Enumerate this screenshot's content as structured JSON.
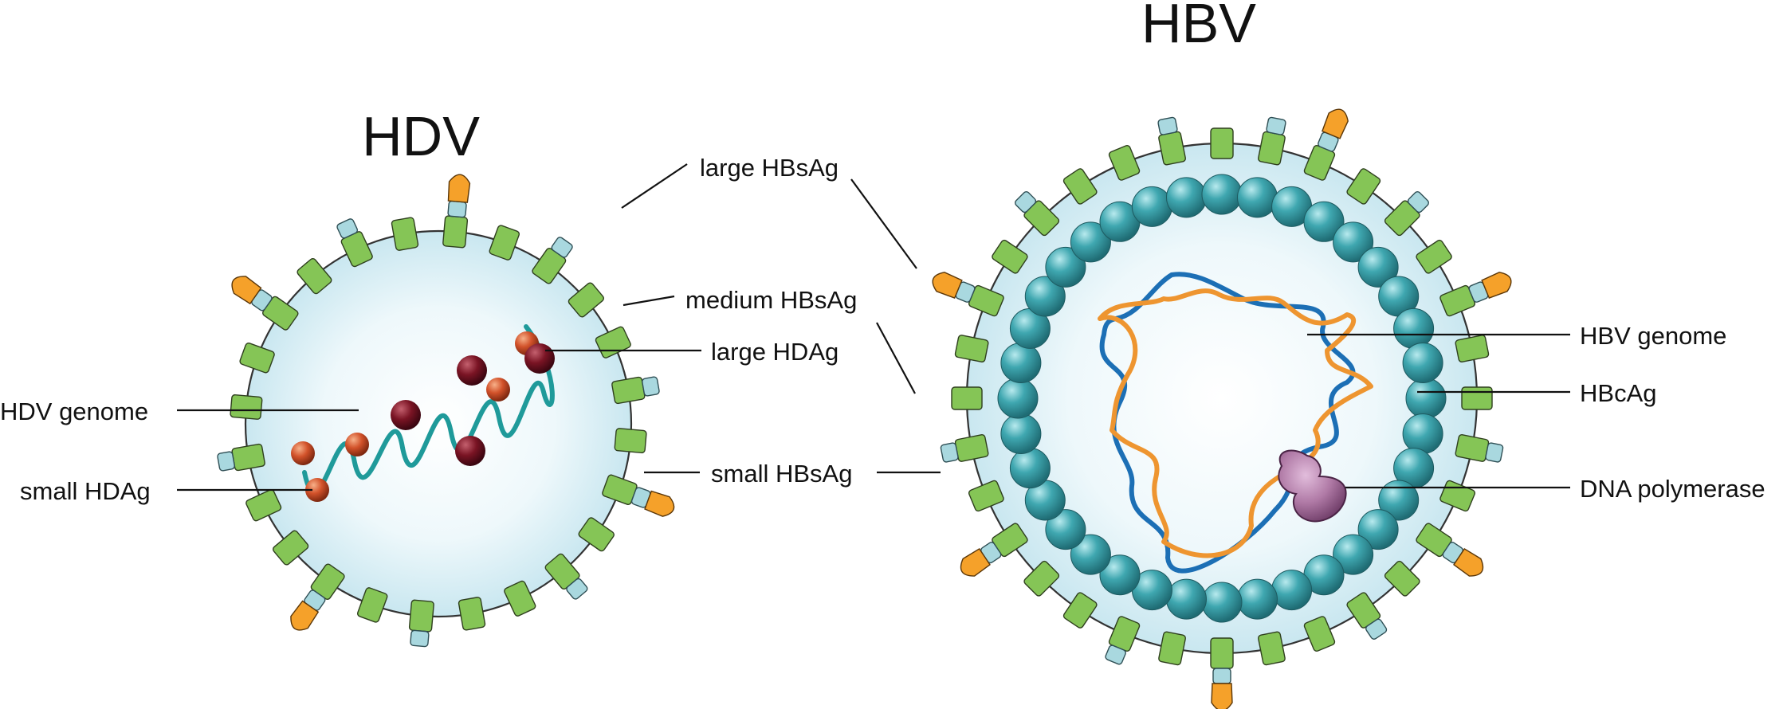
{
  "titles": {
    "hdv": "HDV",
    "hbv": "HBV"
  },
  "labels": {
    "large_hbsag": "large HBsAg",
    "medium_hbsag": "medium HBsAg",
    "large_hdag": "large HDAg",
    "hdv_genome": "HDV genome",
    "small_hdag": "small HDAg",
    "small_hbsag": "small HBsAg",
    "hbv_genome": "HBV genome",
    "hbcag": "HBcAg",
    "dna_polymerase": "DNA polymerase"
  },
  "colors": {
    "small_surface_antigen": "#85c556",
    "medium_surface_domain": "#a9d8df",
    "large_surface_domain": "#f5a12a",
    "envelope_interior": "#dcf0f6",
    "core_protein": "#3aa3ac",
    "hdv_genome": "#1f9a9a",
    "small_hdag": "#d2522a",
    "large_hdag": "#7a1424",
    "hbv_genome_strand_1": "#1c6fb5",
    "hbv_genome_strand_2": "#ee9530",
    "dna_polymerase": "#b07aa6"
  }
}
